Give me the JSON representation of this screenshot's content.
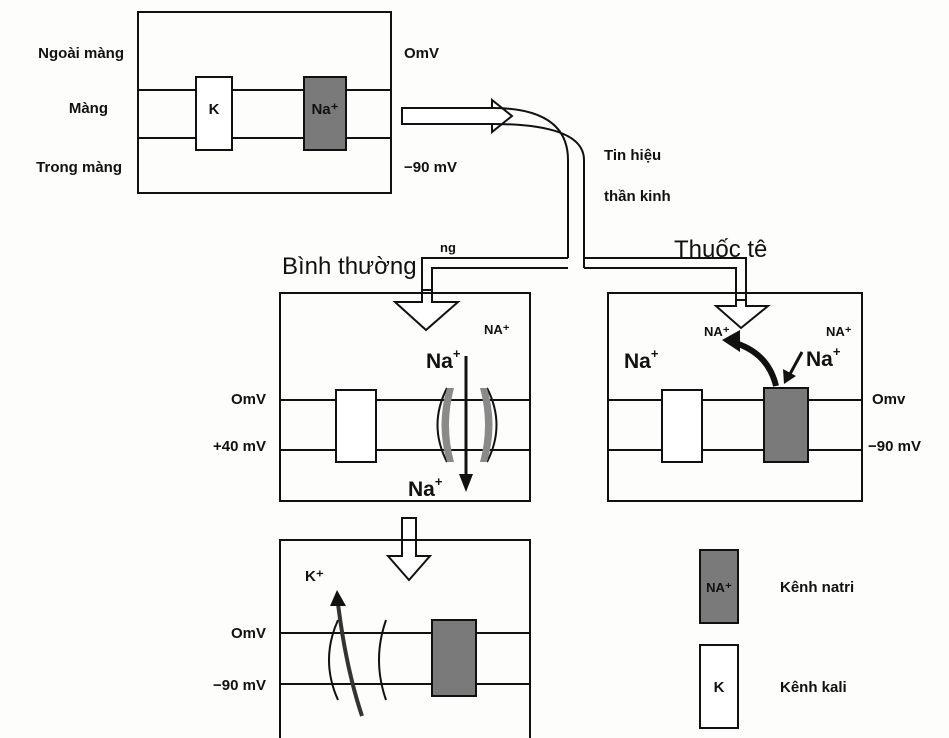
{
  "top_panel": {
    "outside_label": "Ngoài màng",
    "membrane_label": "Màng",
    "inside_label": "Trong màng",
    "potassium_channel": "K",
    "sodium_channel": "Na⁺",
    "outside_voltage": "OmV",
    "inside_voltage": "−90 mV"
  },
  "signal": {
    "line1": "Tin hiệu",
    "line2": "thần kinh"
  },
  "branches": {
    "normal": "Bình thường",
    "normal_fragment": "ng",
    "anesthetic": "Thuốc tê"
  },
  "normal_panel": {
    "top_voltage": "OmV",
    "bottom_voltage": "+40 mV",
    "ion_top": "Na",
    "ion_top_sup": "+",
    "ion_bottom": "Na",
    "ion_bottom_sup": "+",
    "ion_small": "NA⁺"
  },
  "anesthetic_panel": {
    "top_voltage": "Omv",
    "bottom_voltage": "−90 mV",
    "ion_left": "Na",
    "ion_left_sup": "+",
    "ion_right": "Na",
    "ion_right_sup": "+",
    "ion_small_left": "NA⁺",
    "ion_small_right": "NA⁺"
  },
  "repolar_panel": {
    "top_voltage": "OmV",
    "bottom_voltage": "−90 mV",
    "ion": "K⁺"
  },
  "legend": {
    "sodium_symbol": "NA⁺",
    "sodium_label": "Kênh natri",
    "potassium_symbol": "K",
    "potassium_label": "Kênh kali"
  },
  "colors": {
    "sodium_channel_fill": "#7a7a7a",
    "line": "#111111",
    "background": "#fdfdfb"
  }
}
